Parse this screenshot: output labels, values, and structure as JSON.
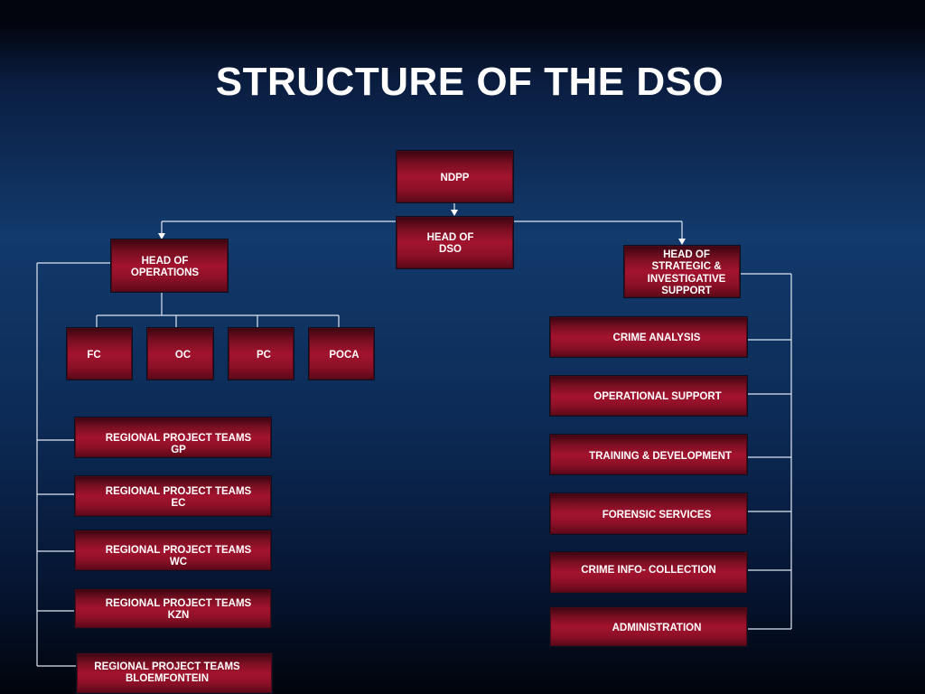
{
  "title": "STRUCTURE OF THE DSO",
  "nodes": {
    "ndpp": "NDPP",
    "head_dso": "HEAD OF\nDSO",
    "head_operations": "HEAD OF\nOPERATIONS",
    "head_strategic": "HEAD OF\nSTRATEGIC  &\nINVESTIGATIVE\nSUPPORT",
    "fc": "FC",
    "oc": "OC",
    "pc": "PC",
    "poca": "POCA",
    "rpt_gp": "REGIONAL PROJECT TEAMS\nGP",
    "rpt_ec": "REGIONAL PROJECT TEAMS\nEC",
    "rpt_wc": "REGIONAL PROJECT TEAMS\nWC",
    "rpt_kzn": "REGIONAL PROJECT TEAMS\nKZN",
    "rpt_bloem": "REGIONAL PROJECT TEAMS\nBLOEMFONTEIN",
    "crime_analysis": "CRIME ANALYSIS",
    "operational_support": "OPERATIONAL SUPPORT",
    "training_development": "TRAINING & DEVELOPMENT",
    "forensic_services": "FORENSIC SERVICES",
    "crime_info": "CRIME INFO- COLLECTION",
    "administration": "ADMINISTRATION"
  },
  "colors": {
    "box": "#a3132e",
    "line": "#ffffff",
    "background": "#123a6c"
  }
}
